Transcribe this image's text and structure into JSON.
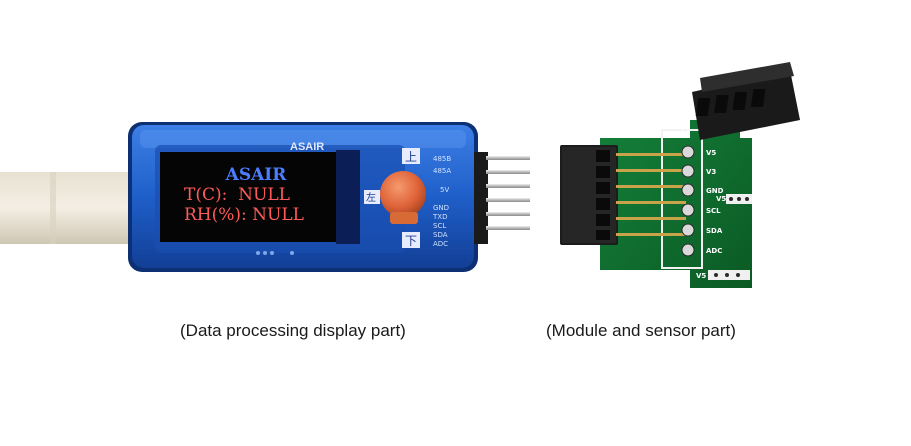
{
  "device": {
    "brand": "ASAIR",
    "line1": "T(C):  NULL",
    "line2": "RH(%): NULL",
    "case_label": "ASAIR",
    "btn_up": "上",
    "btn_down": "下",
    "btn_left": "左",
    "pin_labels": [
      "485B",
      "485A",
      "5V",
      "GND",
      "TXD",
      "SCL",
      "SDA",
      "ADC"
    ]
  },
  "pcb": {
    "pins": [
      "V5",
      "V3",
      "GND",
      "SCL",
      "SDA",
      "ADC"
    ],
    "top_label": "V5",
    "bottom_label": "V5",
    "side_label": "V5"
  },
  "captions": {
    "left": "(Data processing display part)",
    "right": "(Module and sensor part)"
  },
  "colors": {
    "case_blue": "#1f5fc9",
    "pcb_green": "#0f6b2c",
    "oled_text_red": "#ff5a5a",
    "oled_title_blue": "#4a7dff",
    "button_orange": "#e0643a"
  }
}
